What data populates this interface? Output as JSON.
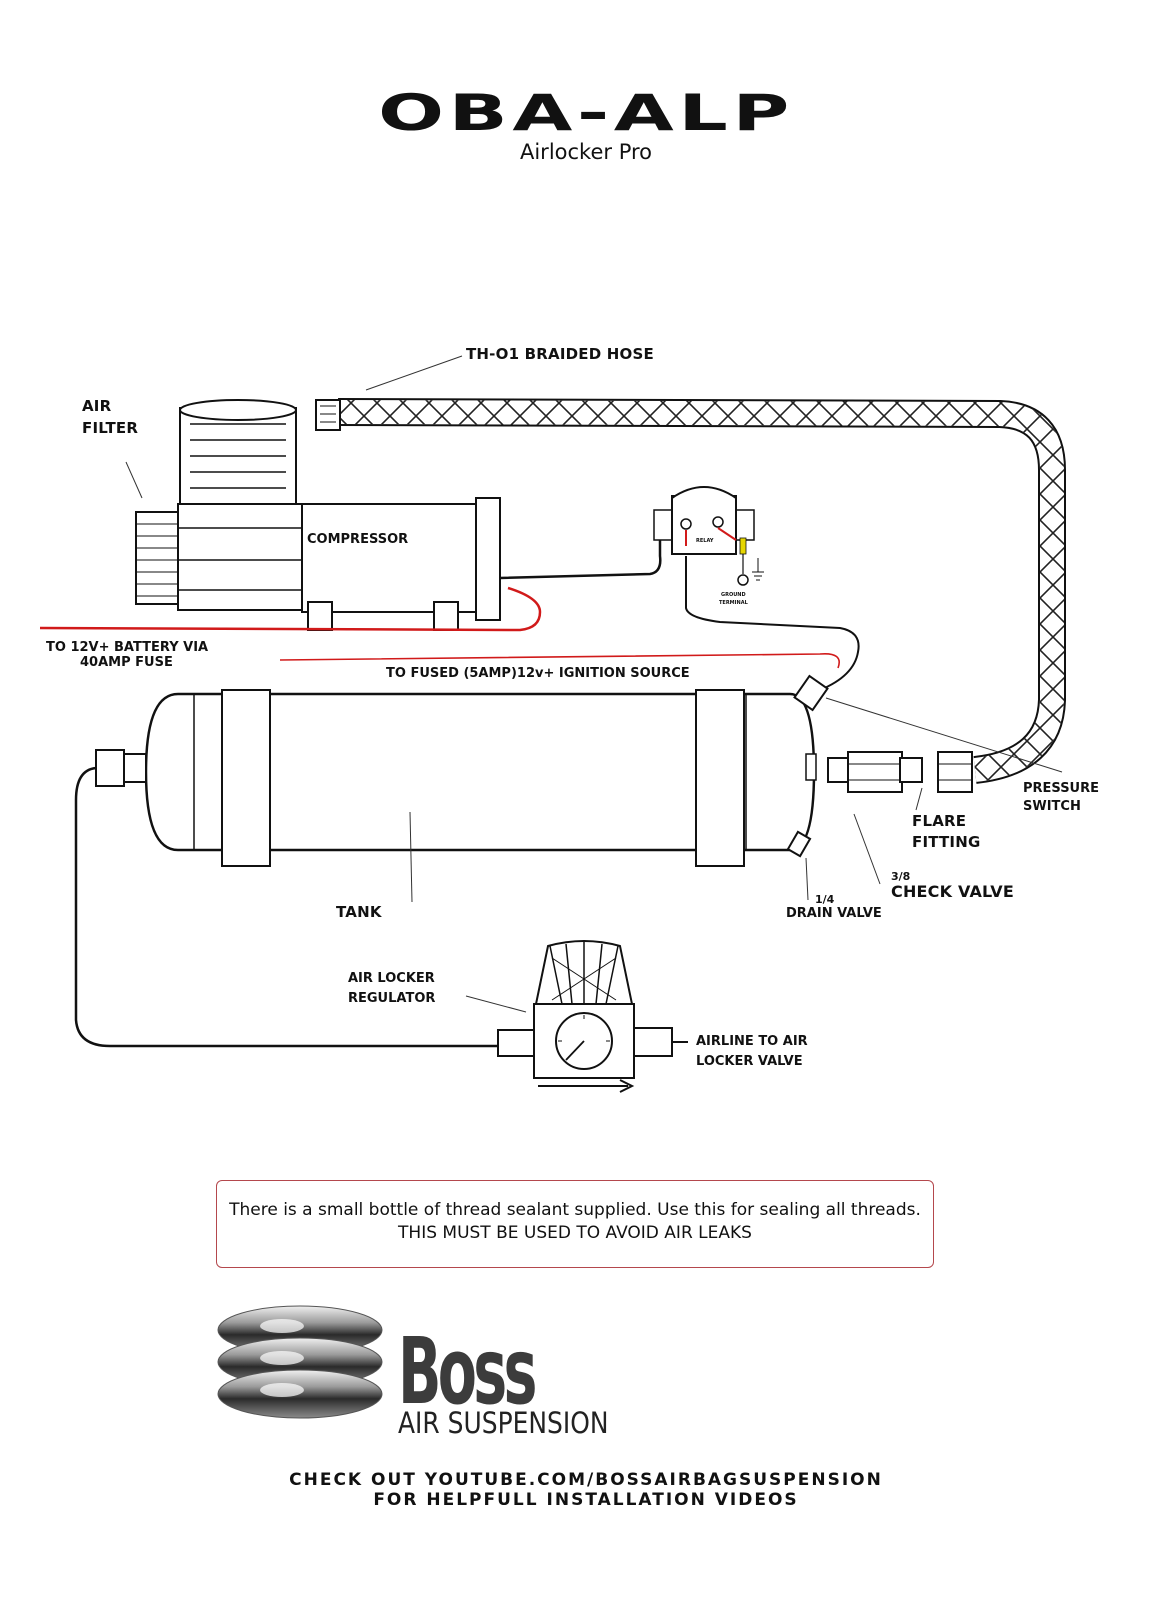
{
  "header": {
    "title": "OBA-ALP",
    "subtitle": "Airlocker Pro"
  },
  "labels": {
    "braided_hose": "TH-O1 BRAIDED HOSE",
    "air_filter_line1": "AIR",
    "air_filter_line2": "FILTER",
    "compressor": "COMPRESSOR",
    "relay": "RELAY",
    "ground_terminal_line1": "GROUND",
    "ground_terminal_line2": "TERMINAL",
    "battery_line1": "TO 12V+ BATTERY VIA",
    "battery_line2": "40AMP FUSE",
    "ignition": "TO FUSED (5AMP)12v+ IGNITION SOURCE",
    "pressure_switch_line1": "PRESSURE",
    "pressure_switch_line2": "SWITCH",
    "flare_fitting_line1": "FLARE",
    "flare_fitting_line2": "FITTING",
    "check_valve_size": "3/8",
    "check_valve": "CHECK VALVE",
    "drain_valve_size": "1/4",
    "drain_valve": "DRAIN VALVE",
    "tank": "TANK",
    "regulator_line1": "AIR LOCKER",
    "regulator_line2": "REGULATOR",
    "airline_line1": "AIRLINE TO AIR",
    "airline_line2": "LOCKER VALVE"
  },
  "note": {
    "line1": "There is a small bottle of thread sealant supplied. Use this for sealing all threads.",
    "line2": "THIS MUST BE USED TO AVOID AIR LEAKS"
  },
  "brand": {
    "name": "Boss",
    "tagline": "AIR SUSPENSION"
  },
  "footer": {
    "line1": "CHECK OUT YOUTUBE.COM/BOSSAIRBAGSUSPENSION",
    "line2": "FOR HELPFULL INSTALLATION VIDEOS"
  },
  "colors": {
    "wire_red": "#d11a1a",
    "note_border": "#b4484d",
    "brand_gray": "#3c3c3c"
  }
}
